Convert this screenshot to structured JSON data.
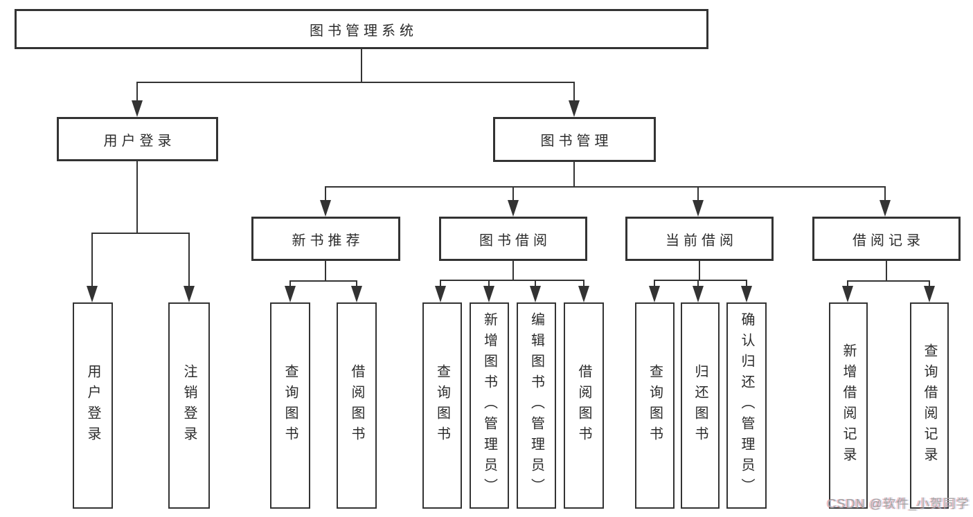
{
  "colors": {
    "line": "#333333",
    "node_border": "#333333",
    "node_text": "#2b2b2b",
    "background": "#ffffff",
    "watermark_text": "#a3a3a3"
  },
  "tree": {
    "label": "图书管理系统",
    "children": [
      {
        "label": "用户登录",
        "children": [
          {
            "label": "用户登录"
          },
          {
            "label": "注销登录"
          }
        ]
      },
      {
        "label": "图书管理",
        "children": [
          {
            "label": "新书推荐",
            "children": [
              {
                "label": "查询图书"
              },
              {
                "label": "借阅图书"
              }
            ]
          },
          {
            "label": "图书借阅",
            "children": [
              {
                "label": "查询图书"
              },
              {
                "label": "新增图书（管理员）"
              },
              {
                "label": "编辑图书（管理员）"
              },
              {
                "label": "借阅图书"
              }
            ]
          },
          {
            "label": "当前借阅",
            "children": [
              {
                "label": "查询图书"
              },
              {
                "label": "归还图书"
              },
              {
                "label": "确认归还（管理员）"
              }
            ]
          },
          {
            "label": "借阅记录",
            "children": [
              {
                "label": "新增借阅记录"
              },
              {
                "label": "查询借阅记录"
              }
            ]
          }
        ]
      }
    ]
  },
  "watermark": {
    "text": "CSDN @软件_小贺同学"
  }
}
